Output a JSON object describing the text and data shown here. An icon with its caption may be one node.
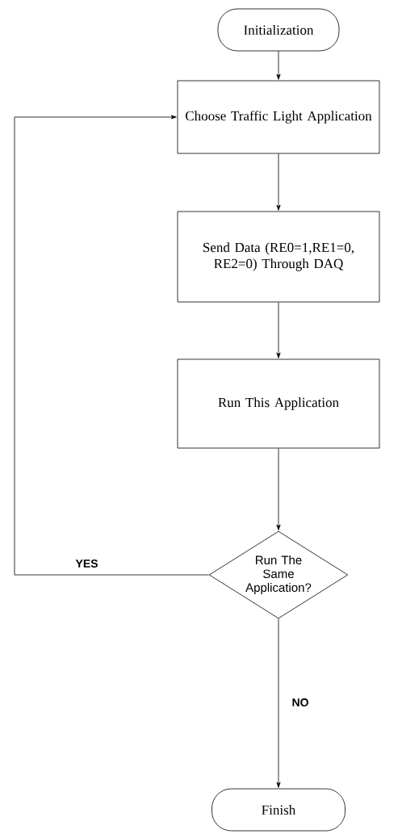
{
  "diagram": {
    "nodes": [
      {
        "text": [
          "Initialization"
        ]
      },
      {
        "text": [
          "Choose Traffic Light Application"
        ]
      },
      {
        "text": [
          "Send Data (RE0=1,RE1=0, RE2=0) Through DAQ"
        ]
      },
      {
        "text": [
          "Run This Application"
        ]
      },
      {
        "text": [
          "Run The Same Application?"
        ]
      },
      {
        "text": [
          "Finish"
        ]
      }
    ],
    "edges": [
      {
        "from": 0,
        "to": 1,
        "arrow": "to"
      },
      {
        "from": 1,
        "to": 2,
        "arrow": "to"
      },
      {
        "from": 2,
        "to": 3,
        "arrow": "to"
      },
      {
        "from": 3,
        "to": 4,
        "arrow": "to"
      },
      {
        "from": 4,
        "to": 1,
        "arrow": "to",
        "label": "YES"
      },
      {
        "from": 4,
        "to": 5,
        "arrow": "to",
        "label": "NO"
      }
    ]
  }
}
